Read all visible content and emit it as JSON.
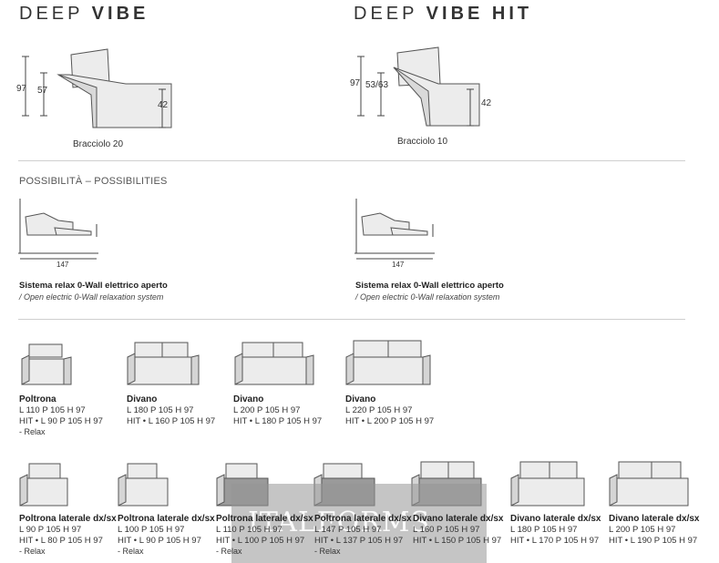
{
  "models": [
    {
      "title_light": "DEEP",
      "title_bold": "VIBE",
      "dims": {
        "height": "97",
        "seat_back": "57",
        "seat_height": "42"
      },
      "armrest": "Bracciolo 20"
    },
    {
      "title_light": "DEEP",
      "title_bold": "VIBE HIT",
      "dims": {
        "height": "97",
        "seat_back": "53/63",
        "seat_height": "42"
      },
      "armrest": "Bracciolo 10"
    }
  ],
  "possibilities": {
    "title": "POSSIBILITÀ – POSSIBILITIES",
    "items": [
      {
        "length": "147",
        "label": "Sistema relax 0-Wall elettrico aperto",
        "sub": "/ Open electric 0-Wall relaxation system"
      },
      {
        "length": "147",
        "label": "Sistema relax 0-Wall elettrico aperto",
        "sub": "/ Open electric 0-Wall relaxation system"
      }
    ]
  },
  "row1": [
    {
      "name": "Poltrona",
      "l1": "L 110 P 105 H 97",
      "l2": "HIT • L 90 P 105 H 97",
      "note": "- Relax"
    },
    {
      "name": "Divano",
      "l1": "L 180 P 105 H 97",
      "l2": "HIT • L 160 P 105 H 97",
      "note": ""
    },
    {
      "name": "Divano",
      "l1": "L 200 P 105 H 97",
      "l2": "HIT • L 180 P 105 H 97",
      "note": ""
    },
    {
      "name": "Divano",
      "l1": "L 220 P 105 H 97",
      "l2": "HIT • L 200 P 105 H 97",
      "note": ""
    }
  ],
  "row2": [
    {
      "name": "Poltrona laterale dx/sx",
      "l1": "L 90 P 105 H 97",
      "l2": "HIT • L 80 P 105 H 97",
      "note": "- Relax"
    },
    {
      "name": "Poltrona laterale dx/sx",
      "l1": "L 100 P 105 H 97",
      "l2": "HIT • L 90 P 105 H 97",
      "note": "- Relax"
    },
    {
      "name": "Poltrona laterale dx/sx",
      "l1": "L 110 P 105 H 97",
      "l2": "HIT • L 100 P 105 H 97",
      "note": "- Relax"
    },
    {
      "name": "Poltrona laterale dx/sx",
      "l1": "L 147 P 105 H 97",
      "l2": "HIT • L 137 P 105 H 97",
      "note": "- Relax"
    },
    {
      "name": "Divano laterale dx/sx",
      "l1": "L 160 P 105 H 97",
      "l2": "HIT • L 150 P 105 H 97",
      "note": ""
    },
    {
      "name": "Divano laterale dx/sx",
      "l1": "L 180 P 105 H 97",
      "l2": "HIT • L 170 P 105 H 97",
      "note": ""
    },
    {
      "name": "Divano laterale dx/sx",
      "l1": "L 200 P 105 H 97",
      "l2": "HIT • L 190 P 105 H 97",
      "note": ""
    }
  ],
  "watermark": "ITALFORMS"
}
